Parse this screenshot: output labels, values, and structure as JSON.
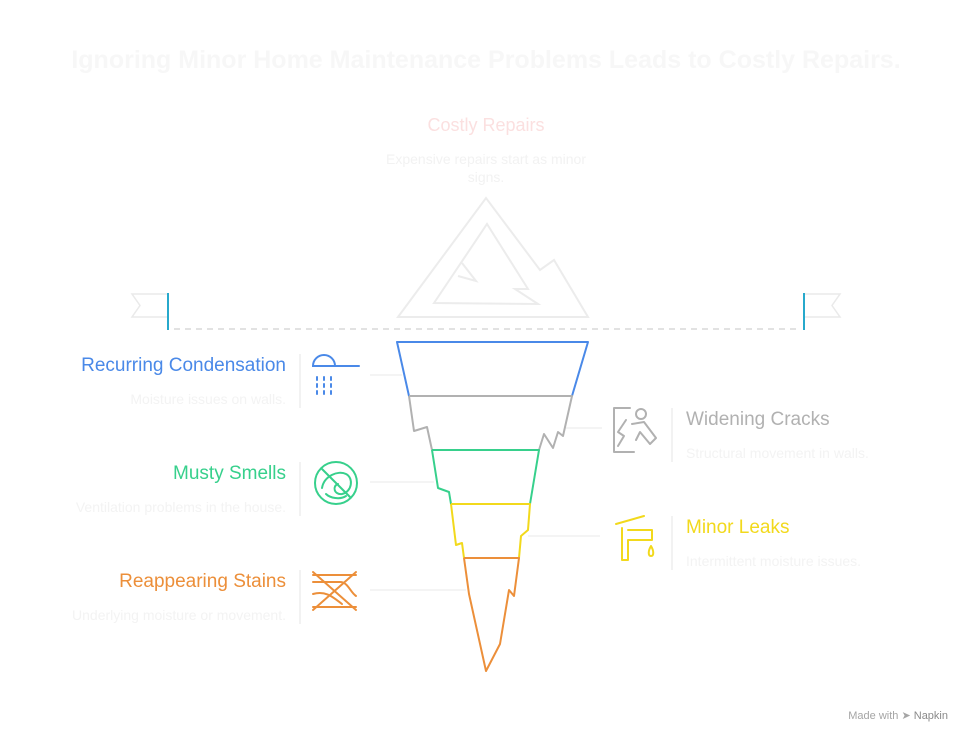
{
  "title": "Ignoring Minor Home Maintenance Problems Leads to Costly Repairs.",
  "top": {
    "title": "Costly Repairs",
    "description": "Expensive repairs start as minor signs."
  },
  "items": [
    {
      "label": "Recurring Condensation",
      "description": "Moisture issues on walls.",
      "color": "#4a89e8",
      "icon": "shower-icon"
    },
    {
      "label": "Widening Cracks",
      "description": "Structural movement in walls.",
      "color": "#b1b1b1",
      "icon": "wall-crack-icon"
    },
    {
      "label": "Musty Smells",
      "description": "Ventilation problems in the house.",
      "color": "#37d08c",
      "icon": "no-smell-icon"
    },
    {
      "label": "Minor Leaks",
      "description": "Intermittent moisture issues.",
      "color": "#f2d91c",
      "icon": "faucet-icon"
    },
    {
      "label": "Reappearing Stains",
      "description": "Underlying moisture or movement.",
      "color": "#ec8f3a",
      "icon": "no-stain-icon"
    }
  ],
  "footer": {
    "prefix": "Made with",
    "brand": "Napkin"
  }
}
